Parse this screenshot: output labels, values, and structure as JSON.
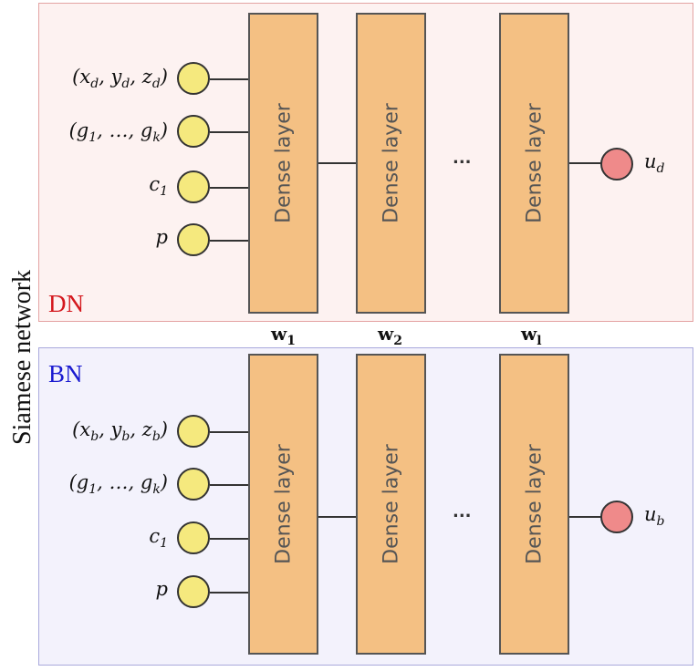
{
  "side_label": "Siamese network",
  "dn": {
    "tag": "DN",
    "inputs": [
      "(x_d, y_d, z_d)",
      "(g_1, ..., g_k)",
      "c_1",
      "p"
    ],
    "layers": [
      "Dense layer",
      "Dense layer",
      "Dense layer"
    ],
    "ellipsis": "...",
    "output": "u_d"
  },
  "bn": {
    "tag": "BN",
    "inputs": [
      "(x_b, y_b, z_b)",
      "(g_1, ..., g_k)",
      "c_1",
      "p"
    ],
    "layers": [
      "Dense layer",
      "Dense layer",
      "Dense layer"
    ],
    "ellipsis": "...",
    "output": "u_b"
  },
  "weights": [
    "w_1",
    "w_2",
    "w_l"
  ],
  "colors": {
    "dn_border": "#e4a3a3",
    "dn_fill": "#fdf2f1",
    "bn_border": "#a9a9dc",
    "bn_fill": "#f3f2fc",
    "dn_tag": "#d4181e",
    "bn_tag": "#1a1ad0",
    "layer_fill": "#f4c083",
    "input_node": "#f5e97e",
    "output_node": "#ef8a8a"
  }
}
